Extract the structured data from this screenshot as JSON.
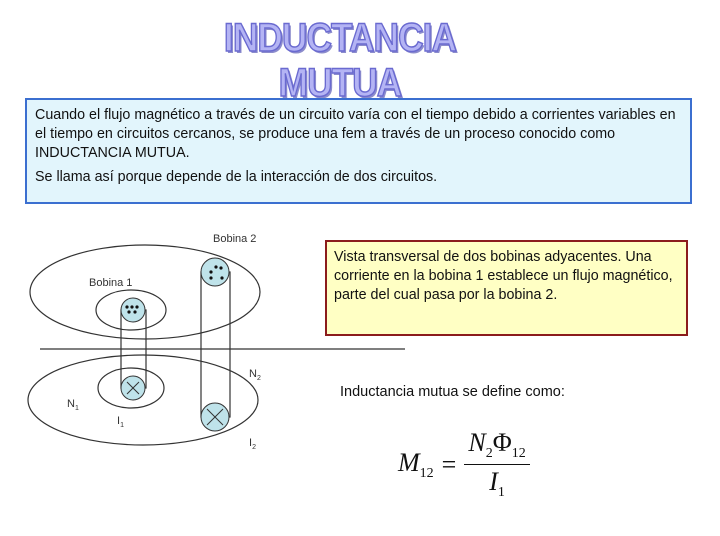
{
  "title": "INDUCTANCIA MUTUA",
  "intro": {
    "paragraph1": "Cuando el flujo magnético a través de un circuito varía con el tiempo debido a corrientes variables en el tiempo en circuitos cercanos, se produce una fem a través de un proceso conocido como INDUCTANCIA MUTUA.",
    "paragraph2": "Se llama así porque depende de la interacción de dos circuitos."
  },
  "diagram": {
    "coil2_label": "Bobina 2",
    "coil1_label": "Bobina 1",
    "n2": "N",
    "n2_sub": "2",
    "n1": "N",
    "n1_sub": "1",
    "i1": "I",
    "i1_sub": "1",
    "i2": "I",
    "i2_sub": "2"
  },
  "caption": "Vista transversal de dos bobinas adyacentes.  Una corriente en la bobina 1 establece un flujo magnético, parte del cual pasa por la bobina 2.",
  "definition_label": "Inductancia mutua se define como:",
  "formula": {
    "lhs": "M",
    "lhs_sub": "12",
    "eq": "=",
    "num_n": "N",
    "num_n_sub": "2",
    "num_phi": "Φ",
    "num_phi_sub": "12",
    "den": "I",
    "den_sub": "1"
  },
  "colors": {
    "intro_bg": "#e2f5fc",
    "intro_border": "#3b6fd0",
    "caption_bg": "#ffffc4",
    "caption_border": "#8b1c1c",
    "coil_fill": "#bfe3ea"
  }
}
